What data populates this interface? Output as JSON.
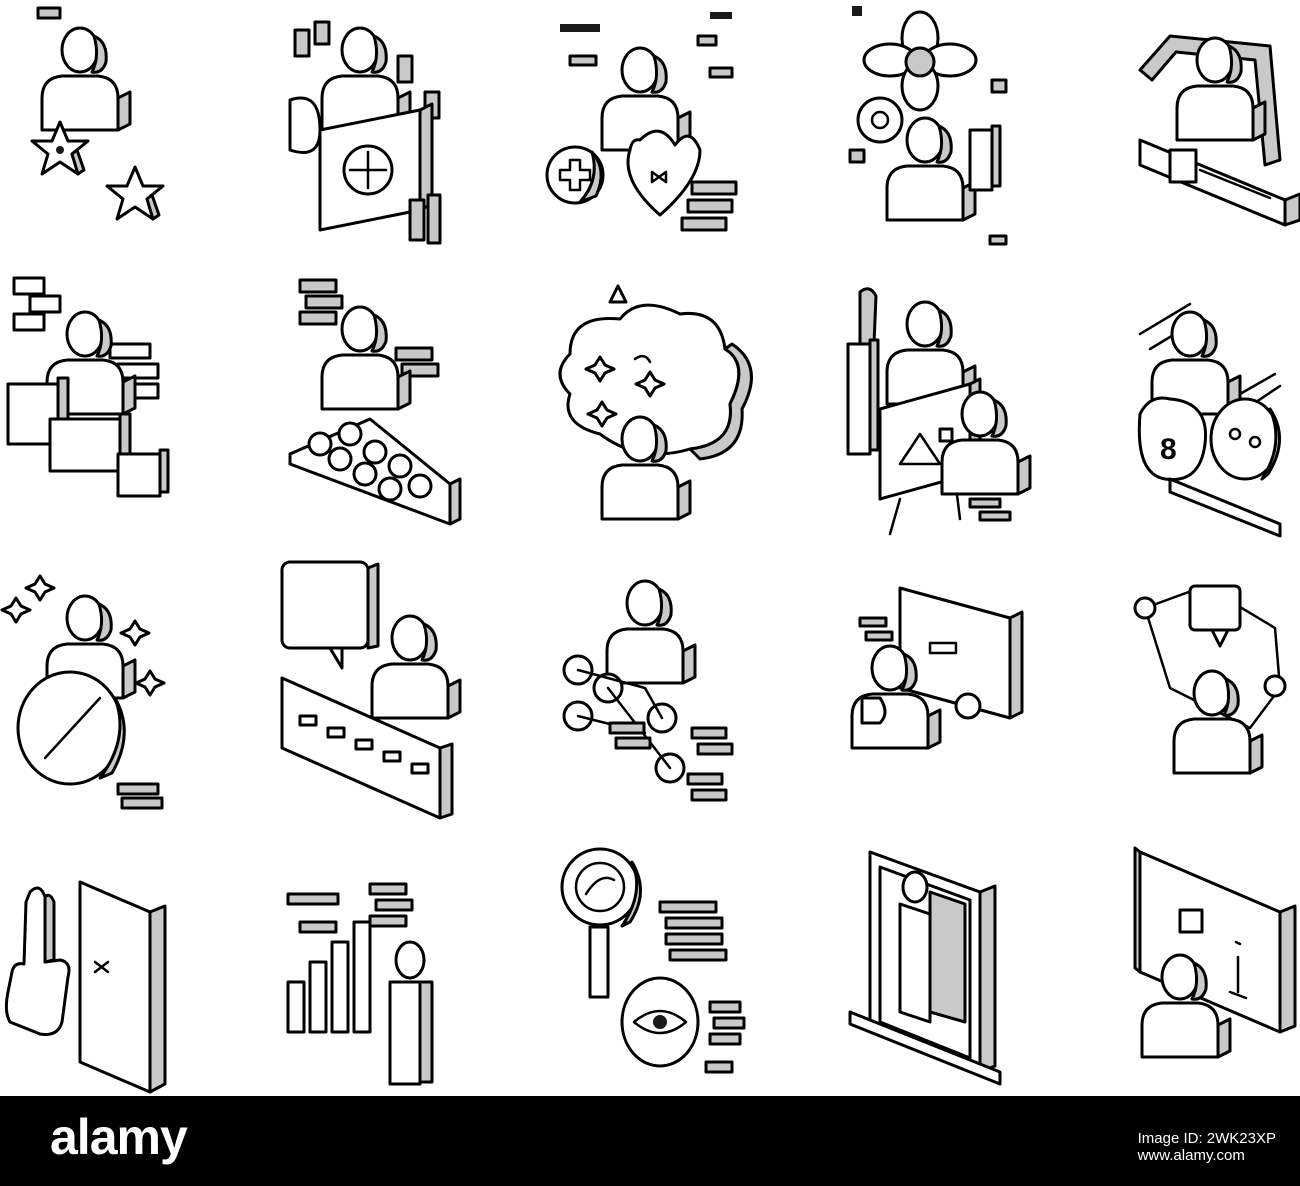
{
  "footer": {
    "logo_text": "alamy",
    "image_id_label": "Image ID: 2WK23XP",
    "url": "www.alamy.com",
    "background": "#000000",
    "text_color": "#ffffff"
  },
  "icon_set": {
    "rows": 4,
    "columns": 5,
    "icons": [
      "person-with-stars-icon",
      "person-with-medical-case-icon",
      "person-with-health-heart-icon",
      "person-with-flower-gear-icon",
      "person-with-frame-icon",
      "person-with-boxes-icon",
      "person-with-group-icon",
      "person-in-cloud-icon",
      "person-with-easel-paintbrush-icon",
      "person-with-money-bags-icon",
      "person-with-stop-sign-icon",
      "person-at-desk-chat-icon",
      "person-with-hierarchy-icon",
      "person-with-board-icon",
      "person-in-network-icon",
      "hand-with-book-icon",
      "person-with-bar-chart-icon",
      "magnifier-with-eye-icon",
      "person-in-mirror-icon",
      "person-with-info-screen-icon"
    ],
    "colors": {
      "stroke": "#000000",
      "fill": "#ffffff",
      "shade": "#c9c9c9"
    }
  }
}
